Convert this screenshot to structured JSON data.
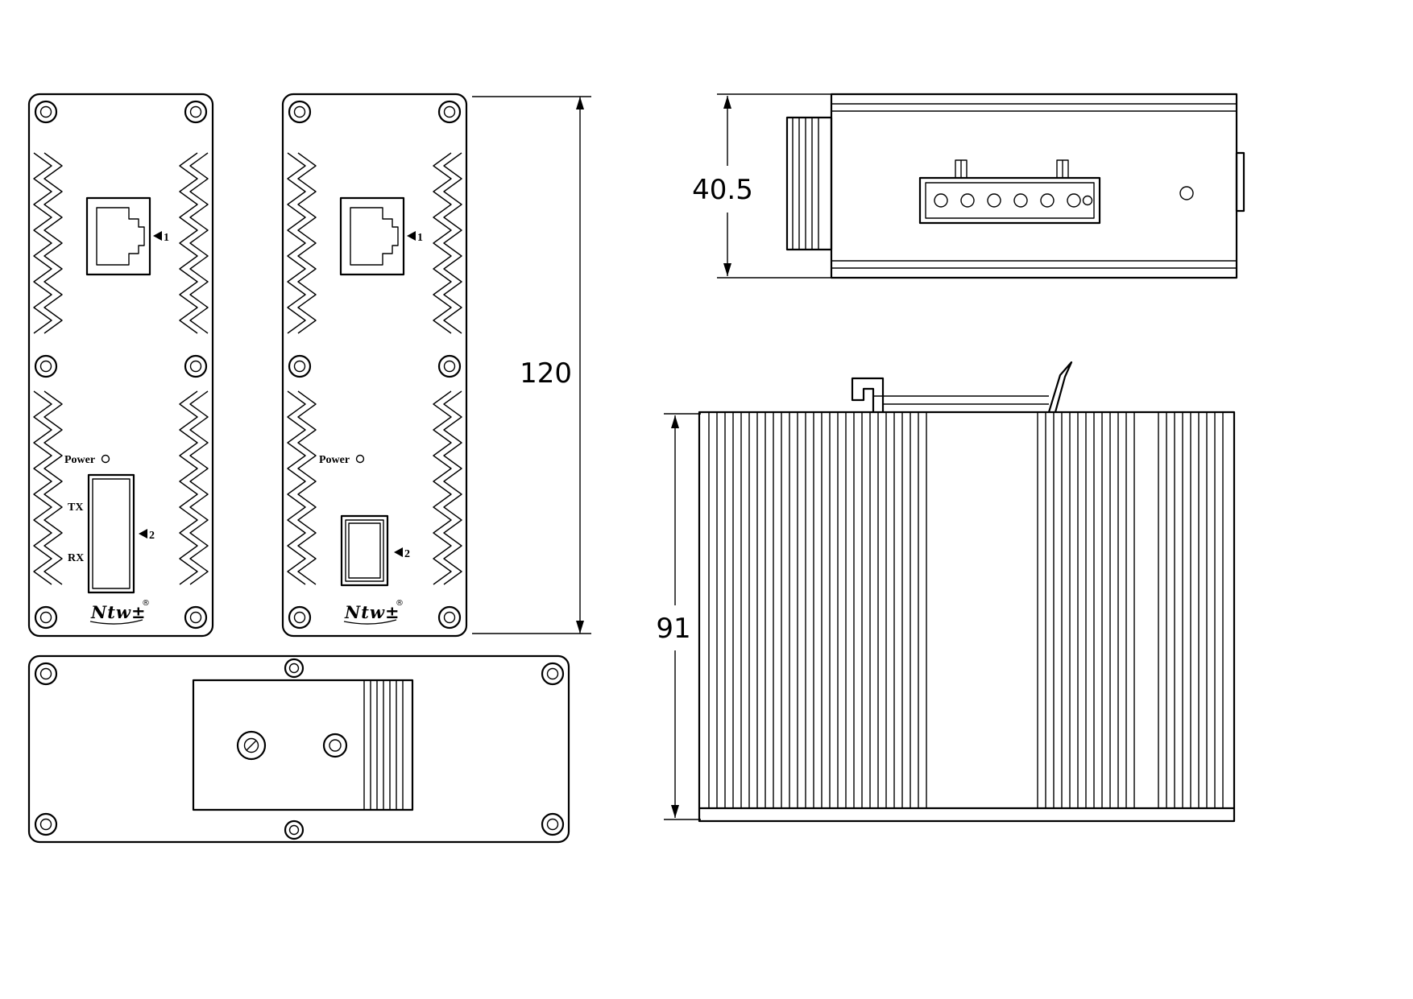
{
  "dimensions": {
    "front_height": "120",
    "top_depth": "40.5",
    "side_height": "91"
  },
  "panel_a": {
    "power_label": "Power",
    "tx_label": "TX",
    "rx_label": "RX",
    "port1_label": "1",
    "port2_label": "2",
    "logo_text": "Ntw±",
    "trademark": "®"
  },
  "panel_b": {
    "power_label": "Power",
    "port1_label": "1",
    "port2_label": "2",
    "logo_text": "Ntw±",
    "trademark": "®"
  }
}
